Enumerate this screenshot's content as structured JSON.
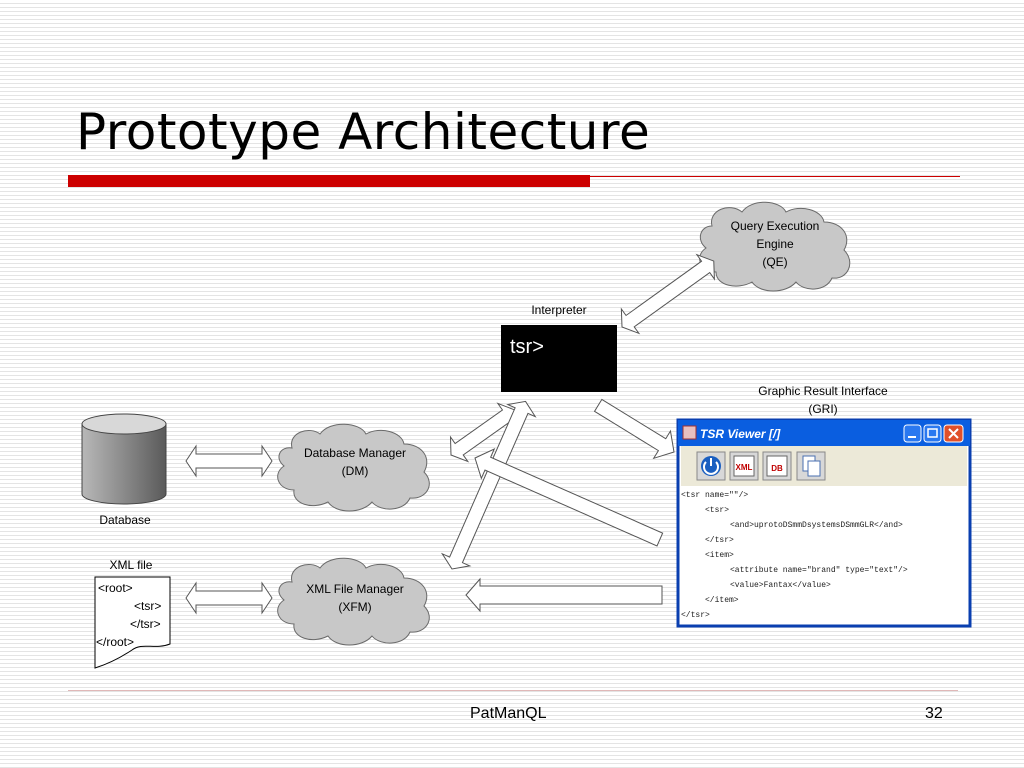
{
  "slide": {
    "title": "Prototype Architecture",
    "footer_center": "PatManQL",
    "page_number": "32"
  },
  "diagram": {
    "qe_label_line1": "Query Execution",
    "qe_label_line2": "Engine",
    "qe_label_line3": "(QE)",
    "interpreter_label": "Interpreter",
    "terminal_prompt": "tsr>",
    "gri_label_line1": "Graphic Result  Interface",
    "gri_label_line2": "(GRI)",
    "database_label": "Database",
    "dm_label_line1": "Database Manager",
    "dm_label_line2": "(DM)",
    "xml_file_label": "XML file",
    "xml_lines": [
      "<root>",
      "<tsr>",
      "</tsr>",
      "</root>"
    ],
    "xfm_label_line1": "XML File Manager",
    "xfm_label_line2": "(XFM)"
  },
  "viewer": {
    "title": "TSR Viewer [/]",
    "toolbar_icons": [
      "power-icon",
      "xml-icon",
      "db-icon",
      "copy-icon"
    ],
    "xml_label": "XML",
    "db_label": "DB",
    "code_lines": [
      "<tsr name=\"\"/>",
      "<tsr>",
      "<and>uprotoDSmmDsystemsDSmmGLR</and>",
      "</tsr>",
      "<item>",
      "<attribute name=\"brand\" type=\"text\"/>",
      "<value>Fantax</value>",
      "</item>",
      "</tsr>"
    ]
  },
  "colors": {
    "accent_red": "#cc0000",
    "cloud_fill": "#c8c8c8",
    "xp_title_blue": "#0a5ee0",
    "xp_close_red": "#e0502a"
  }
}
